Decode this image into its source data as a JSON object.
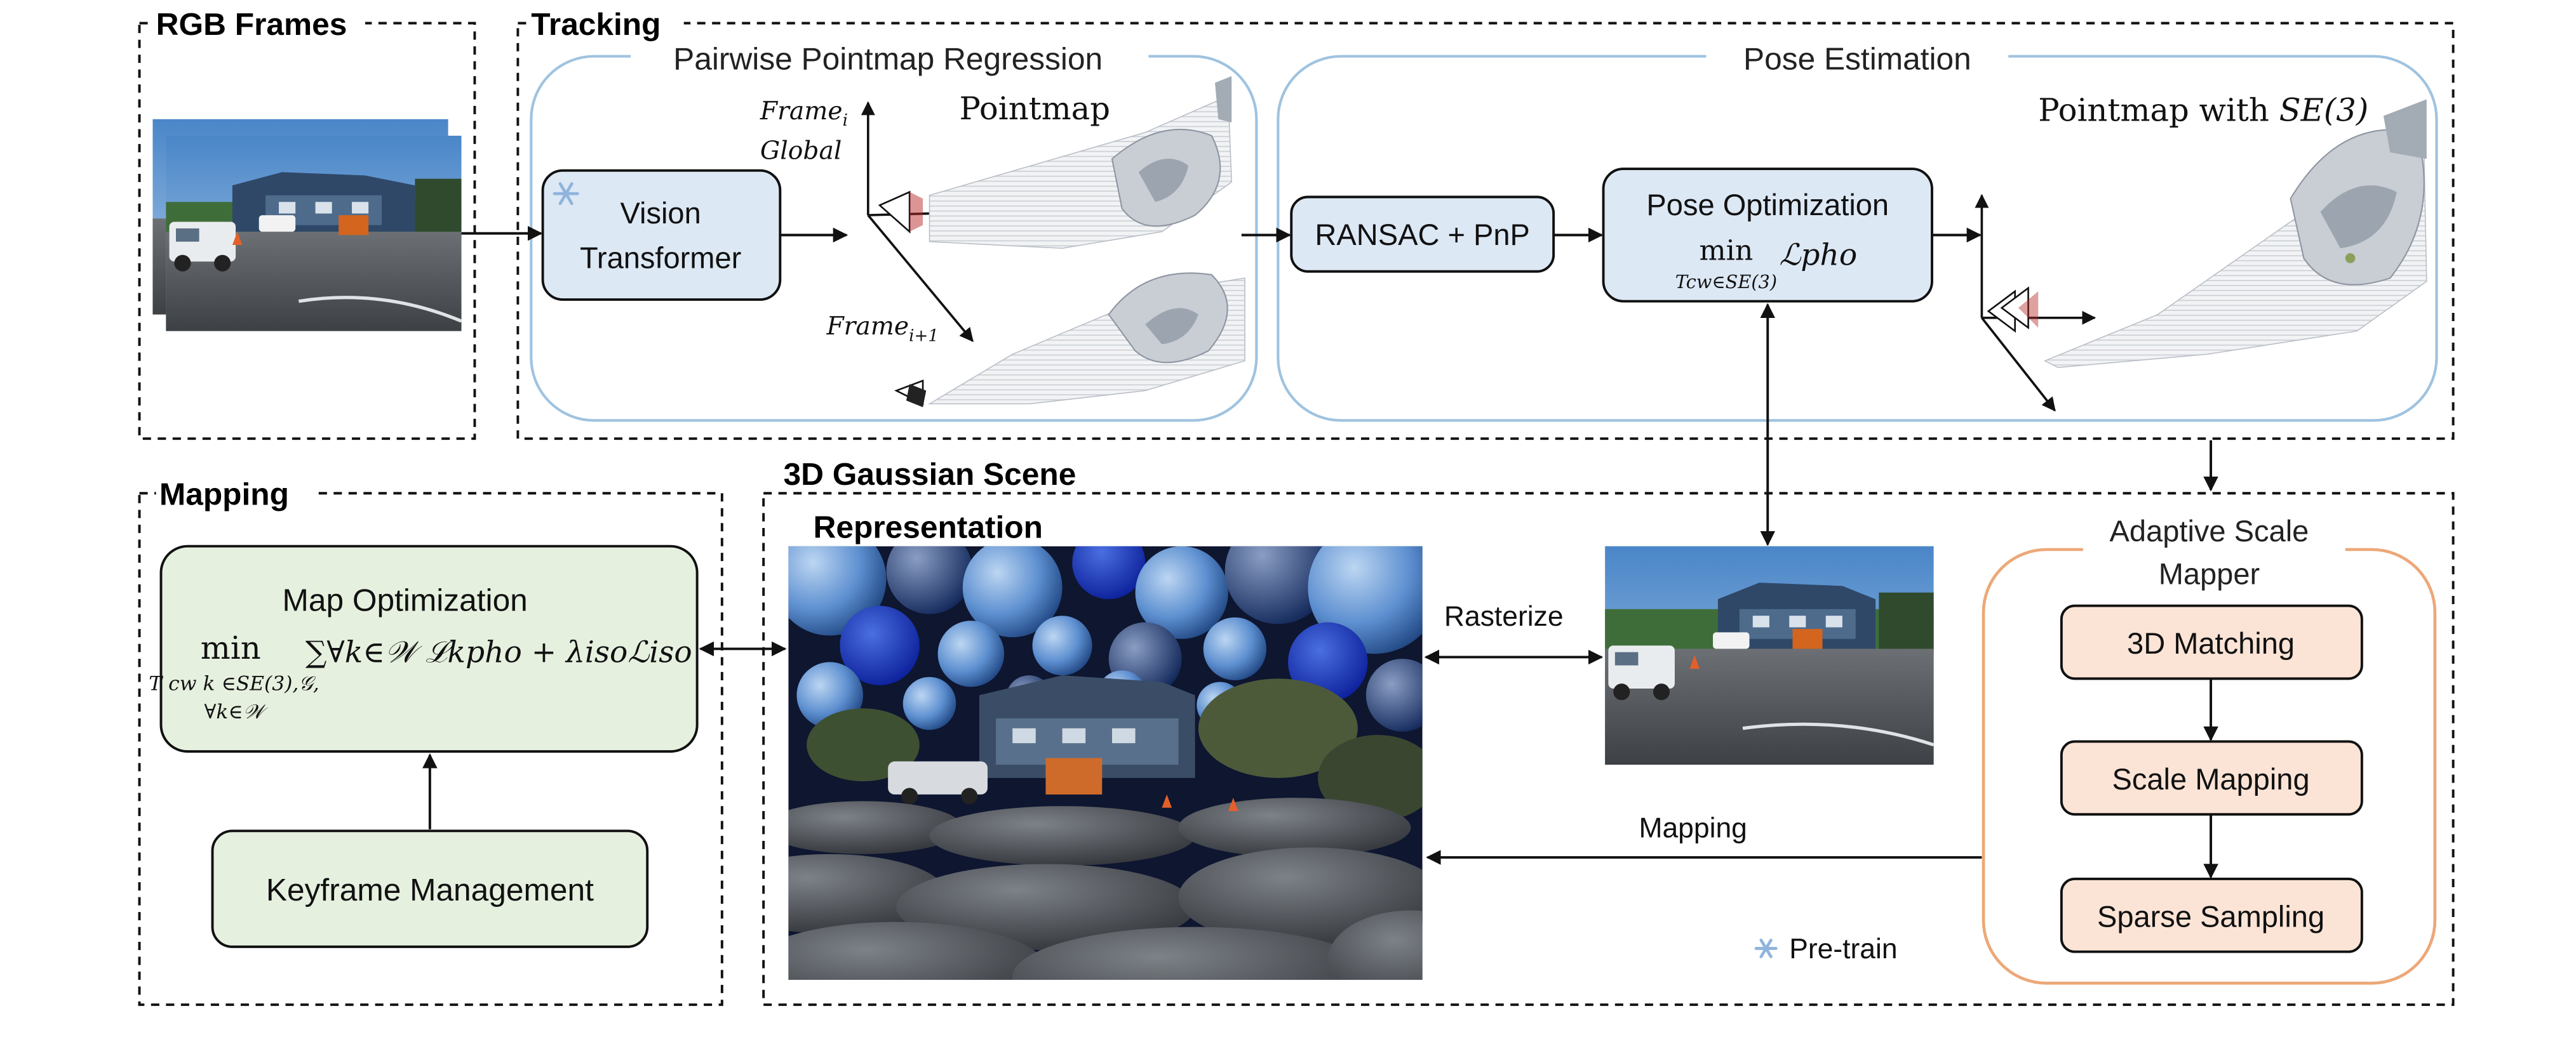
{
  "panels": {
    "rgb_frames": "RGB Frames",
    "tracking": "Tracking",
    "mapping": "Mapping",
    "gaussian_line1": "3D Gaussian Scene",
    "gaussian_line2": "Representation"
  },
  "tracking": {
    "pairwise_title": "Pairwise Pointmap Regression",
    "pose_title": "Pose Estimation",
    "vision_transformer_line1": "Vision",
    "vision_transformer_line2": "Transformer",
    "pointmap_label": "Pointmap",
    "frame_i": "Frame",
    "frame_i_sub": "i",
    "global_label": "Global",
    "frame_i1": "Frame",
    "frame_i1_sub": "i+1",
    "ransac_pnp": "RANSAC + PnP",
    "pose_opt_title": "Pose Optimization",
    "pose_opt_min": "min",
    "pose_opt_under": "Tcw∈SE(3)",
    "pose_opt_loss": "ℒpho",
    "pointmap_se3_label": "Pointmap with",
    "pointmap_se3_math": "SE(3)"
  },
  "mapping": {
    "map_opt_title": "Map Optimization",
    "map_opt_min": "min",
    "map_opt_under1": "T cw k ∈SE(3),𝒢,",
    "map_opt_under2": "∀k∈𝒲",
    "map_opt_expr": "∑∀k∈𝒲 ℒkpho + λisoℒiso",
    "keyframe_management": "Keyframe Management"
  },
  "scene": {
    "rasterize": "Rasterize",
    "mapping_arrow": "Mapping",
    "pretrain": "Pre-train"
  },
  "scale_mapper": {
    "title_line1": "Adaptive Scale",
    "title_line2": "Mapper",
    "step1": "3D Matching",
    "step2": "Scale Mapping",
    "step3": "Sparse Sampling"
  },
  "colors": {
    "blue_box_fill": "#dde8f5",
    "blue_outline": "#9fc3e0",
    "green_box_fill": "#e6f0df",
    "orange_box_fill": "#fbe4d6",
    "orange_outline": "#eca878",
    "snowflake": "#8fb4dc"
  }
}
